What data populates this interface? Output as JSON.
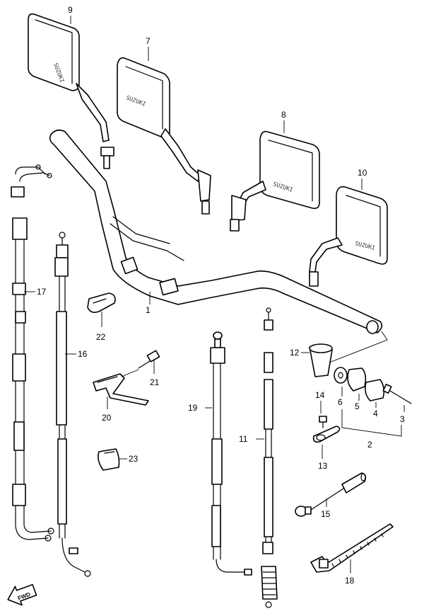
{
  "callouts": {
    "c1": "1",
    "c2": "2",
    "c3": "3",
    "c4": "4",
    "c5": "5",
    "c6": "6",
    "c7": "7",
    "c8": "8",
    "c9": "9",
    "c10": "10",
    "c11": "11",
    "c12": "12",
    "c13": "13",
    "c14": "14",
    "c15": "15",
    "c16": "16",
    "c17": "17",
    "c18": "18",
    "c19": "19",
    "c20": "20",
    "c21": "21",
    "c22": "22",
    "c23": "23"
  },
  "direction_badge": "FWD",
  "mirror_marking": "SUZUKI",
  "colors": {
    "line": "#000000",
    "fill": "#ffffff"
  }
}
